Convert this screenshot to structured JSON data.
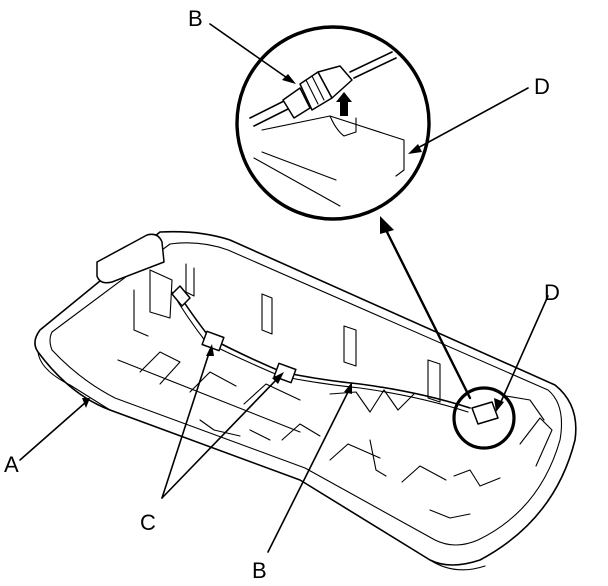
{
  "callouts": {
    "A": "A",
    "B_detail": "B",
    "B_main": "B",
    "C": "C",
    "D_detail": "D",
    "D_main": "D"
  },
  "colors": {
    "line": "#000000",
    "background": "#ffffff"
  }
}
